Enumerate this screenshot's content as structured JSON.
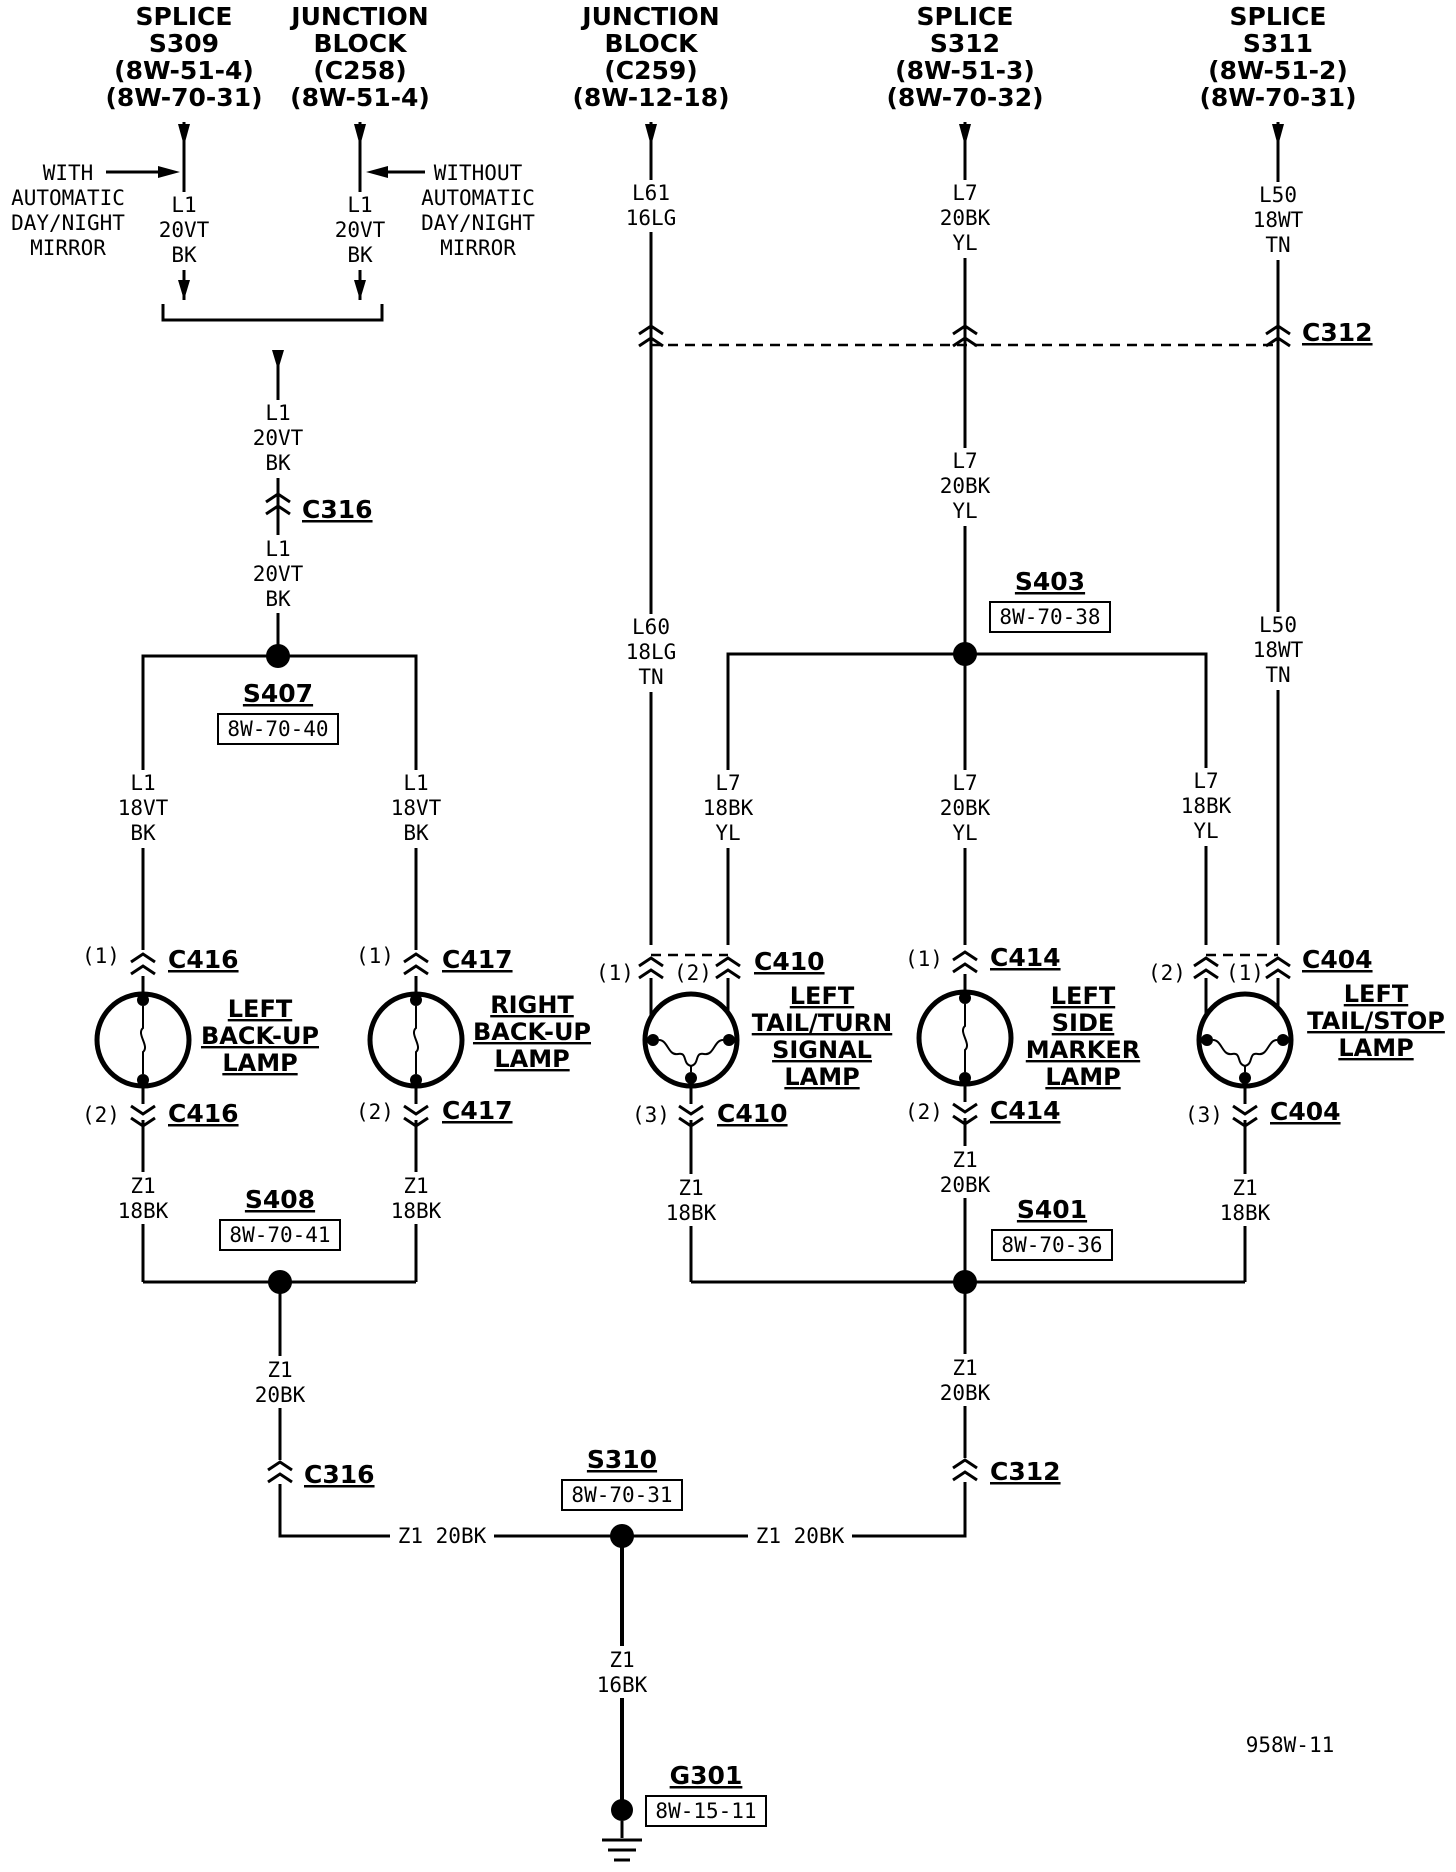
{
  "headers": [
    {
      "id": "splice-s309",
      "lines": [
        "SPLICE",
        "S309",
        "(8W-51-4)",
        "(8W-70-31)"
      ]
    },
    {
      "id": "junction-block-c258",
      "lines": [
        "JUNCTION",
        "BLOCK",
        "(C258)",
        "(8W-51-4)"
      ]
    },
    {
      "id": "junction-block-c259",
      "lines": [
        "JUNCTION",
        "BLOCK",
        "(C259)",
        "(8W-12-18)"
      ]
    },
    {
      "id": "splice-s312",
      "lines": [
        "SPLICE",
        "S312",
        "(8W-51-3)",
        "(8W-70-32)"
      ]
    },
    {
      "id": "splice-s311",
      "lines": [
        "SPLICE",
        "S311",
        "(8W-51-2)",
        "(8W-70-31)"
      ]
    }
  ],
  "mirror_notes": {
    "with": [
      "WITH",
      "AUTOMATIC",
      "DAY/NIGHT",
      "MIRROR"
    ],
    "without": [
      "WITHOUT",
      "AUTOMATIC",
      "DAY/NIGHT",
      "MIRROR"
    ]
  },
  "wires": {
    "l1_with": [
      "L1",
      "20VT",
      "BK"
    ],
    "l1_without": [
      "L1",
      "20VT",
      "BK"
    ],
    "l1_merge": [
      "L1",
      "20VT",
      "BK"
    ],
    "l1_below_c316": [
      "L1",
      "20VT",
      "BK"
    ],
    "l1_left": [
      "L1",
      "18VT",
      "BK"
    ],
    "l1_right": [
      "L1",
      "18VT",
      "BK"
    ],
    "l61": [
      "L61",
      "16LG"
    ],
    "l7_top": [
      "L7",
      "20BK",
      "YL"
    ],
    "l50_top": [
      "L50",
      "18WT",
      "TN"
    ],
    "l7_mid": [
      "L7",
      "20BK",
      "YL"
    ],
    "l60": [
      "L60",
      "18LG",
      "TN"
    ],
    "l50_bottom": [
      "L50",
      "18WT",
      "TN"
    ],
    "l7_left": [
      "L7",
      "18BK",
      "YL"
    ],
    "l7_center": [
      "L7",
      "20BK",
      "YL"
    ],
    "l7_right": [
      "L7",
      "18BK",
      "YL"
    ],
    "z1_left_backup": [
      "Z1",
      "18BK"
    ],
    "z1_right_backup": [
      "Z1",
      "18BK"
    ],
    "z1_tailturn": [
      "Z1",
      "18BK"
    ],
    "z1_marker": [
      "Z1",
      "20BK"
    ],
    "z1_tailstop": [
      "Z1",
      "18BK"
    ],
    "z1_s408_down": [
      "Z1",
      "20BK"
    ],
    "z1_s401_down": [
      "Z1",
      "20BK"
    ],
    "z1_h_left": "Z1 20BK",
    "z1_h_right": "Z1 20BK",
    "z1_ground": [
      "Z1",
      "16BK"
    ]
  },
  "connectors": {
    "c312_top": "C312",
    "c316_top": "C316",
    "c416_top": "C416",
    "c416_bottom": "C416",
    "c417_top": "C417",
    "c417_bottom": "C417",
    "c410_top": "C410",
    "c410_bottom": "C410",
    "c414_top": "C414",
    "c414_bottom": "C414",
    "c404_top": "C404",
    "c404_bottom": "C404",
    "c316_bottom": "C316",
    "c312_bottom": "C312"
  },
  "pins": {
    "c416_top": "(1)",
    "c416_bottom": "(2)",
    "c417_top": "(1)",
    "c417_bottom": "(2)",
    "c410_p1": "(1)",
    "c410_p2": "(2)",
    "c410_p3": "(3)",
    "c414_top": "(1)",
    "c414_bottom": "(2)",
    "c404_p2": "(2)",
    "c404_p1": "(1)",
    "c404_p3": "(3)"
  },
  "splices": {
    "s407": {
      "name": "S407",
      "ref": "8W-70-40"
    },
    "s403": {
      "name": "S403",
      "ref": "8W-70-38"
    },
    "s408": {
      "name": "S408",
      "ref": "8W-70-41"
    },
    "s401": {
      "name": "S401",
      "ref": "8W-70-36"
    },
    "s310": {
      "name": "S310",
      "ref": "8W-70-31"
    },
    "g301": {
      "name": "G301",
      "ref": "8W-15-11"
    }
  },
  "lamps": {
    "left_backup": [
      "LEFT",
      "BACK-UP",
      "LAMP"
    ],
    "right_backup": [
      "RIGHT",
      "BACK-UP",
      "LAMP"
    ],
    "left_tail_turn": [
      "LEFT",
      "TAIL/TURN",
      "SIGNAL",
      "LAMP"
    ],
    "left_side_marker": [
      "LEFT",
      "SIDE",
      "MARKER",
      "LAMP"
    ],
    "left_tail_stop": [
      "LEFT",
      "TAIL/STOP",
      "LAMP"
    ]
  },
  "figure_id": "958W-11"
}
